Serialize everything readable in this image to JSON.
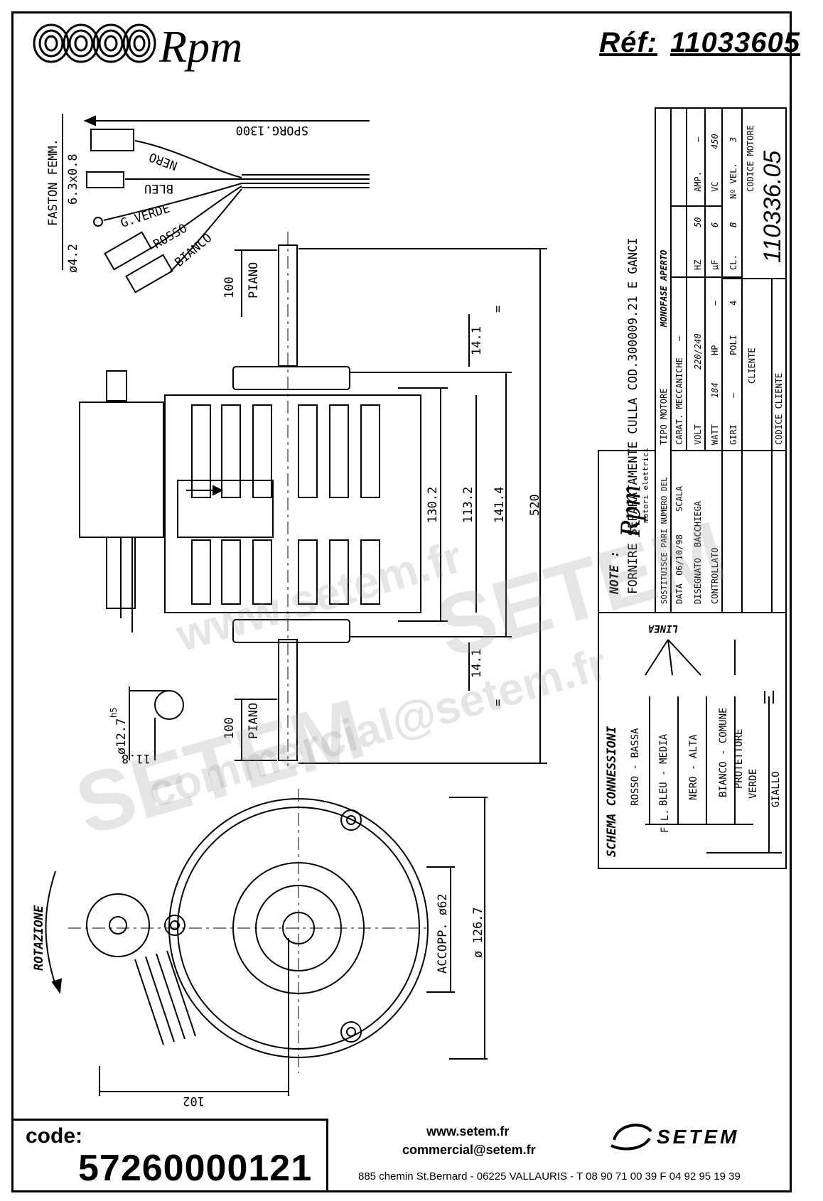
{
  "header": {
    "brand": "Rpm",
    "ref_label": "Réf:",
    "ref_value": "11033605"
  },
  "drawing": {
    "faston_label": "FASTON FEMM.",
    "faston_size": "6.3x0.8",
    "hole_diameter": "ø4.2",
    "lead_length": "SPORG.1300",
    "wires": [
      "NERO",
      "BLEU",
      "G.VERDE",
      "ROSSO",
      "BIANCO"
    ],
    "dim_flat_top": "100",
    "flat_label": "PIANO",
    "dim_flat_bottom": "100",
    "dim_14_1_top": "14.1",
    "dim_14_1_bottom": "14.1",
    "dim_130_2": "130.2",
    "dim_113_2": "113.2",
    "dim_141_4": "141.4",
    "dim_520": "520",
    "equal_sign": "=",
    "shaft_diameter": "ø12.7",
    "shaft_tol": "h5",
    "shaft_flat": "11.8",
    "rotation_label": "ROTAZIONE",
    "spigot_label": "ACCOPP. ø62",
    "body_diameter": "ø 126.7",
    "width_102": "102"
  },
  "notes": {
    "title": "NOTE :",
    "text": "FORNIRE SEPARATAMENTE CULLA COD.300009.21 E GANCI"
  },
  "title_block": {
    "tipo_motore_label": "TIPO MOTORE",
    "tipo_motore": "MONOFASE APERTO",
    "carat_label": "CARAT. MECCANICHE",
    "carat_value": "—",
    "volt_label": "VOLT",
    "volt": "220/240",
    "hz_label": "HZ",
    "hz": "50",
    "amp_label": "AMP.",
    "amp": "—",
    "watt_label": "WATT",
    "watt": "184",
    "hp_label": "HP",
    "hp": "—",
    "uf_label": "μF",
    "uf": "6",
    "vc_label": "VC",
    "vc": "450",
    "giri_label": "GIRI",
    "giri": "—",
    "poli_label": "POLI",
    "poli": "4",
    "cl_label": "CL.",
    "cl": "B",
    "nvel_label": "Nº VEL.",
    "nvel": "3",
    "cliente_label": "CLIENTE",
    "codice_motore_label": "CODICE MOTORE",
    "codice_motore": "110336.05",
    "codice_cliente_label": "CODICE CLIENTE",
    "logo_brand": "Rpm",
    "logo_sub": "motori elettrici",
    "sostituisce_label": "SOSTITUISCE PARI NUMERO DEL",
    "data_label": "DATA",
    "data": "06/10/98",
    "scala_label": "SCALA",
    "disegnato_label": "DISEGNATO",
    "disegnato": "BACCHIEGA",
    "controllato_label": "CONTROLLATO"
  },
  "schema": {
    "title": "SCHEMA CONNESSIONI",
    "linea": "LINEA",
    "fl": "F.L.",
    "wires": [
      "ROSSO - BASSA",
      "BLEU - MEDIA",
      "NERO - ALTA",
      "BIANCO - COMUNE",
      "PROTETTORE",
      "VERDE",
      "GIALLO"
    ]
  },
  "watermark": {
    "big": "SETEM",
    "url": "www.setem.fr",
    "mail": "commercial@setem.fr"
  },
  "footer": {
    "code_label": "code:",
    "code_value": "57260000121",
    "website": "www.setem.fr",
    "email": "commercial@setem.fr",
    "address": "885 chemin St.Bernard  -  06225 VALLAURIS  -  T 08 90 71 00 39   F 04 92 95 19 39",
    "company_logo": "SETEM"
  }
}
